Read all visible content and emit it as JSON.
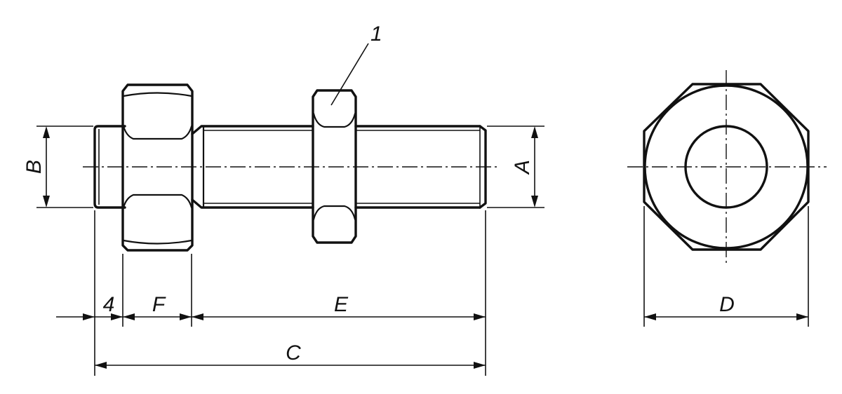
{
  "labels": {
    "item_callout": "1",
    "dim_a": "A",
    "dim_b": "B",
    "dim_c": "C",
    "dim_d": "D",
    "dim_e": "E",
    "dim_f": "F",
    "dim_4": "4"
  }
}
